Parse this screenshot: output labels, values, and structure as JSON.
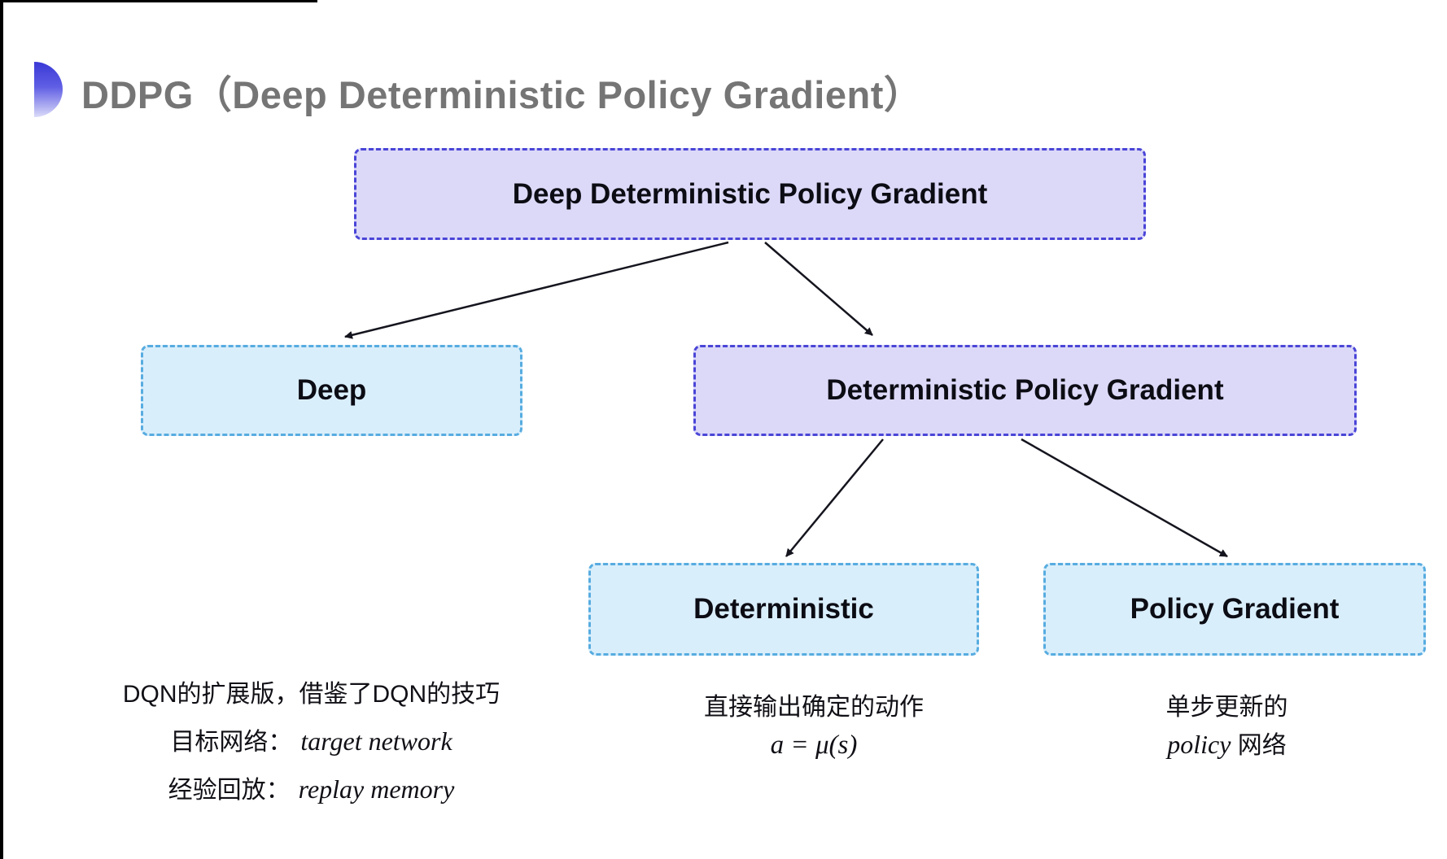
{
  "slide": {
    "title": "DDPG（Deep Deterministic Policy Gradient）"
  },
  "tree": {
    "root": {
      "label": "Deep Deterministic Policy Gradient"
    },
    "children": [
      {
        "label": "Deep"
      },
      {
        "label": "Deterministic Policy Gradient"
      }
    ],
    "grandchildren": [
      {
        "label": "Deterministic"
      },
      {
        "label": "Policy Gradient"
      }
    ]
  },
  "notes": {
    "deep": {
      "line1": "DQN的扩展版，借鉴了DQN的技巧",
      "target_label": "目标网络：",
      "target_value": "target network",
      "replay_label": "经验回放：",
      "replay_value": "replay memory"
    },
    "deterministic": {
      "line1": "直接输出确定的动作",
      "formula": "a = μ(s)"
    },
    "policy_gradient": {
      "line1": "单步更新的",
      "word_italic": "policy",
      "word_rest": " 网络"
    }
  },
  "colors": {
    "purple_fill": "#dcd9f8",
    "purple_border": "#4a45d7",
    "cyan_fill": "#d9eefb",
    "cyan_border": "#57ace0",
    "title_gray": "#757575",
    "arrow": "#15151f",
    "logo_blue": "#3a39d6"
  }
}
